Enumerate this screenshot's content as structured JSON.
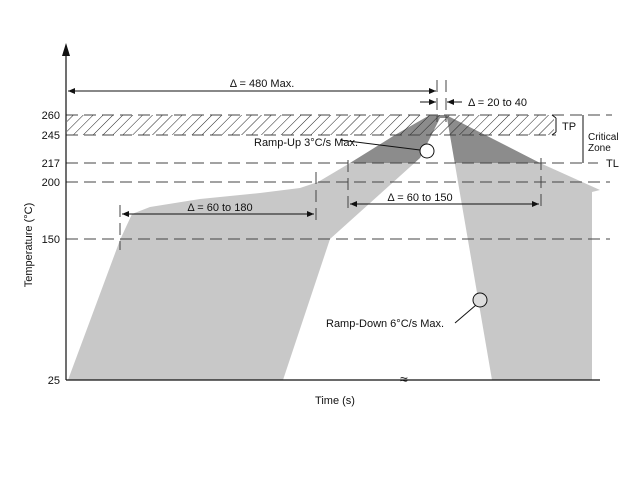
{
  "title": "Reflow soldering temperature profile",
  "axes": {
    "y_label": "Temperature (°C)",
    "x_label": "Time (s)",
    "y_ticks": [
      "260",
      "245",
      "217",
      "200",
      "150",
      "25"
    ],
    "x_break": "≈"
  },
  "annotations": {
    "total": "Δ = 480 Max.",
    "peak": "Δ = 20 to 40",
    "soak": "Δ = 60 to 180",
    "liquidus": "Δ = 60 to 150",
    "ramp_up": "Ramp-Up 3°C/s Max.",
    "ramp_down": "Ramp-Down 6°C/s Max.",
    "tp": "TP",
    "tl": "TL",
    "critical_zone": [
      "Critical",
      "Zone"
    ]
  },
  "colors": {
    "light": "#c8c8c8",
    "dark": "#8c8c8c",
    "line": "#333333"
  }
}
